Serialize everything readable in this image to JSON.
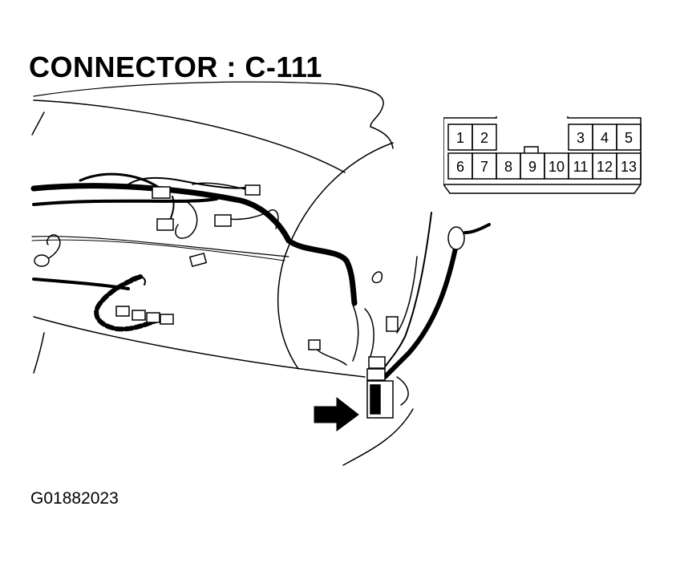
{
  "title": "CONNECTOR : C-111",
  "figure_code": "G01882023",
  "connector": {
    "top_row_pins": [
      "1",
      "2",
      "3",
      "4",
      "5"
    ],
    "bottom_row_pins": [
      "6",
      "7",
      "8",
      "9",
      "10",
      "11",
      "12",
      "13"
    ]
  },
  "colors": {
    "line": "#000000",
    "background": "#ffffff"
  }
}
